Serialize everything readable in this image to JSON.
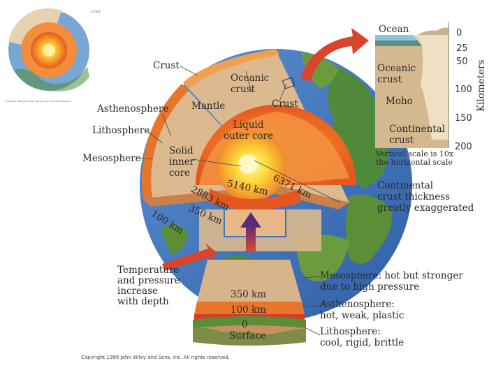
{
  "inset": {
    "label": "Crust",
    "caption": "Copyright 1999 John Wiley and Sons, Inc. All rights reserved."
  },
  "globe_labels": {
    "crust": "Crust",
    "oceanic_crust": "Oceanic\ncrust",
    "crust_right": "Crust",
    "mantle": "Mantle",
    "asthenosphere": "Asthenosphere",
    "lithosphere": "Lithosphere",
    "mesosphere": "Mesosphere",
    "liquid_outer_core": "Liquid\nouter core",
    "solid_inner_core": "Solid\ninner\ncore"
  },
  "depths": {
    "d6371": "6371 km",
    "d5140": "5140 km",
    "d2883": "2883 km",
    "d350": "350 km",
    "d100": "100 km"
  },
  "crust_panel": {
    "ocean": "Ocean",
    "oceanic_crust": "Oceanic\ncrust",
    "moho": "Moho",
    "continental_crust": "Continental\ncrust",
    "axis_label": "Kilometers",
    "ticks": [
      "0",
      "25",
      "50",
      "100",
      "150",
      "200"
    ],
    "scale_note": "Vertical scale is 10x\nthe horizontal scale"
  },
  "continental_note": "Continental\ncrust thickness\ngreatly exaggerated",
  "depth_note": "Temperature\nand pressure\nincrease\nwith depth",
  "column": {
    "d350": "350 km",
    "d100": "100 km",
    "d0": "0",
    "surface": "Surface"
  },
  "layers": {
    "mesosphere": "Mesosphere: hot but stronger\ndue to high pressure",
    "asthenosphere": "Asthenosphere:\nhot, weak, plastic",
    "lithosphere": "Lithosphere:\ncool, rigid, brittle"
  },
  "copyright": "Copyright 1999 John Wiley and Sons, Inc. All rights reserved.",
  "colors": {
    "ocean_blue": "#3f6fb8",
    "land_green": "#4f8a3a",
    "mantle_tan": "#dcb98e",
    "asthenosphere_orange": "#e8762a",
    "outer_core": "#f08a2a",
    "inner_core": "#ffe14a",
    "arrow_red": "#d9442a"
  }
}
